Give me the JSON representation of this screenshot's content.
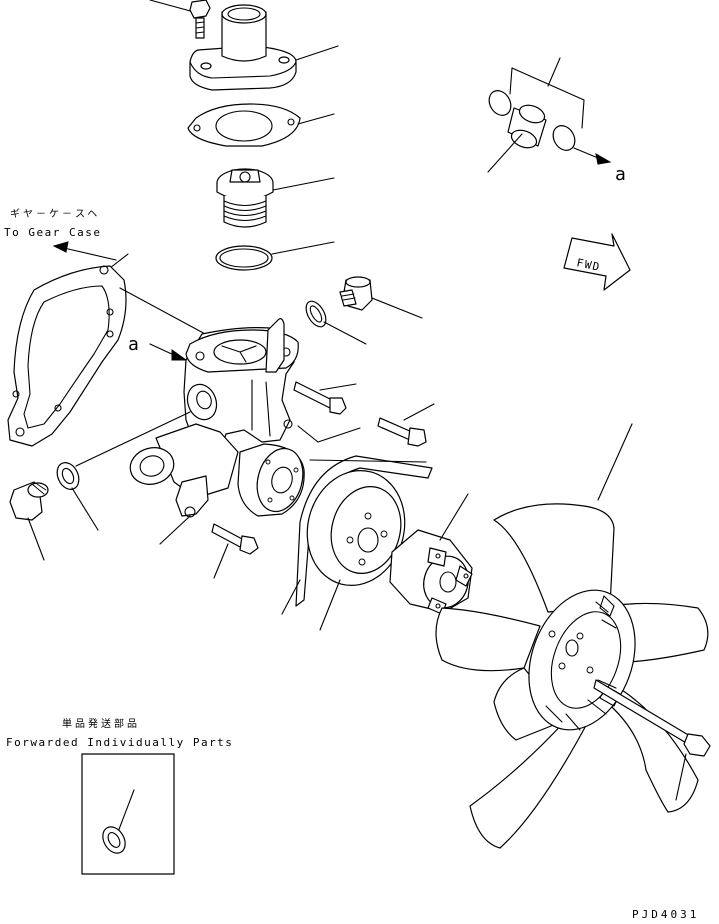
{
  "labels": {
    "gear_case_jp": "ギヤ－ケ－スヘ",
    "gear_case_en": "To Gear Case",
    "fwd": "FWD",
    "marker_a": "a",
    "forwarded_jp": "単品発送部品",
    "forwarded_en": "Forwarded Individually Parts",
    "drawing_code": "PJD4031"
  }
}
